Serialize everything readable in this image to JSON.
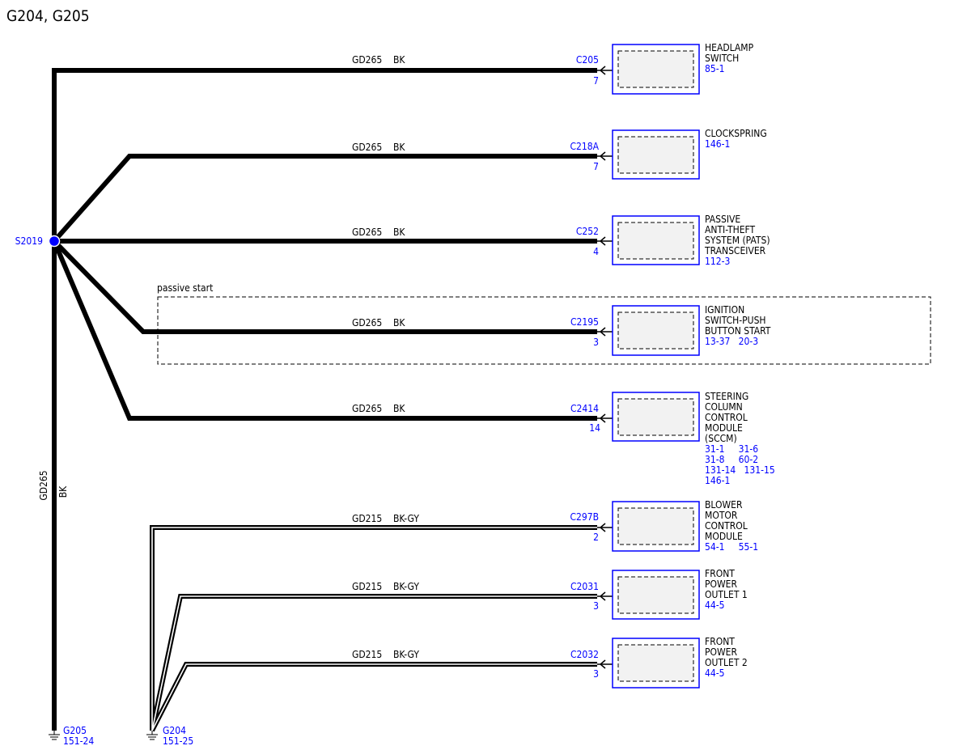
{
  "title": "G204, G205",
  "splice": {
    "id": "S2019",
    "color": "#0000ff"
  },
  "trunk": {
    "circuit": "GD265",
    "color": "BK"
  },
  "passive_start_label": "passive start",
  "branches": [
    {
      "circuit": "GD265",
      "color": "BK",
      "connector": "C205",
      "pin": "7",
      "component_lines": [
        "HEADLAMP",
        "SWITCH"
      ],
      "refs": [
        "85-1"
      ]
    },
    {
      "circuit": "GD265",
      "color": "BK",
      "connector": "C218A",
      "pin": "7",
      "component_lines": [
        "CLOCKSPRING"
      ],
      "refs": [
        "146-1"
      ]
    },
    {
      "circuit": "GD265",
      "color": "BK",
      "connector": "C252",
      "pin": "4",
      "component_lines": [
        "PASSIVE",
        "ANTI-THEFT",
        "SYSTEM (PATS)",
        "TRANSCEIVER"
      ],
      "refs": [
        "112-3"
      ]
    },
    {
      "circuit": "GD265",
      "color": "BK",
      "connector": "C2195",
      "pin": "3",
      "component_lines": [
        "IGNITION",
        "SWITCH-PUSH",
        "BUTTON START"
      ],
      "refs": [
        "13-37   20-3"
      ]
    },
    {
      "circuit": "GD265",
      "color": "BK",
      "connector": "C2414",
      "pin": "14",
      "component_lines": [
        "STEERING",
        "COLUMN",
        "CONTROL",
        "MODULE",
        "(SCCM)"
      ],
      "refs": [
        "31-1     31-6",
        "31-8     60-2",
        "131-14   131-15",
        "146-1"
      ]
    },
    {
      "circuit": "GD215",
      "color": "BK-GY",
      "connector": "C297B",
      "pin": "2",
      "component_lines": [
        "BLOWER",
        "MOTOR",
        "CONTROL",
        "MODULE"
      ],
      "refs": [
        "54-1     55-1"
      ]
    },
    {
      "circuit": "GD215",
      "color": "BK-GY",
      "connector": "C2031",
      "pin": "3",
      "component_lines": [
        "FRONT",
        "POWER",
        "OUTLET 1"
      ],
      "refs": [
        "44-5"
      ]
    },
    {
      "circuit": "GD215",
      "color": "BK-GY",
      "connector": "C2032",
      "pin": "3",
      "component_lines": [
        "FRONT",
        "POWER",
        "OUTLET 2"
      ],
      "refs": [
        "44-5"
      ]
    }
  ],
  "grounds": [
    {
      "id": "G205",
      "ref": "151-24"
    },
    {
      "id": "G204",
      "ref": "151-25"
    }
  ]
}
